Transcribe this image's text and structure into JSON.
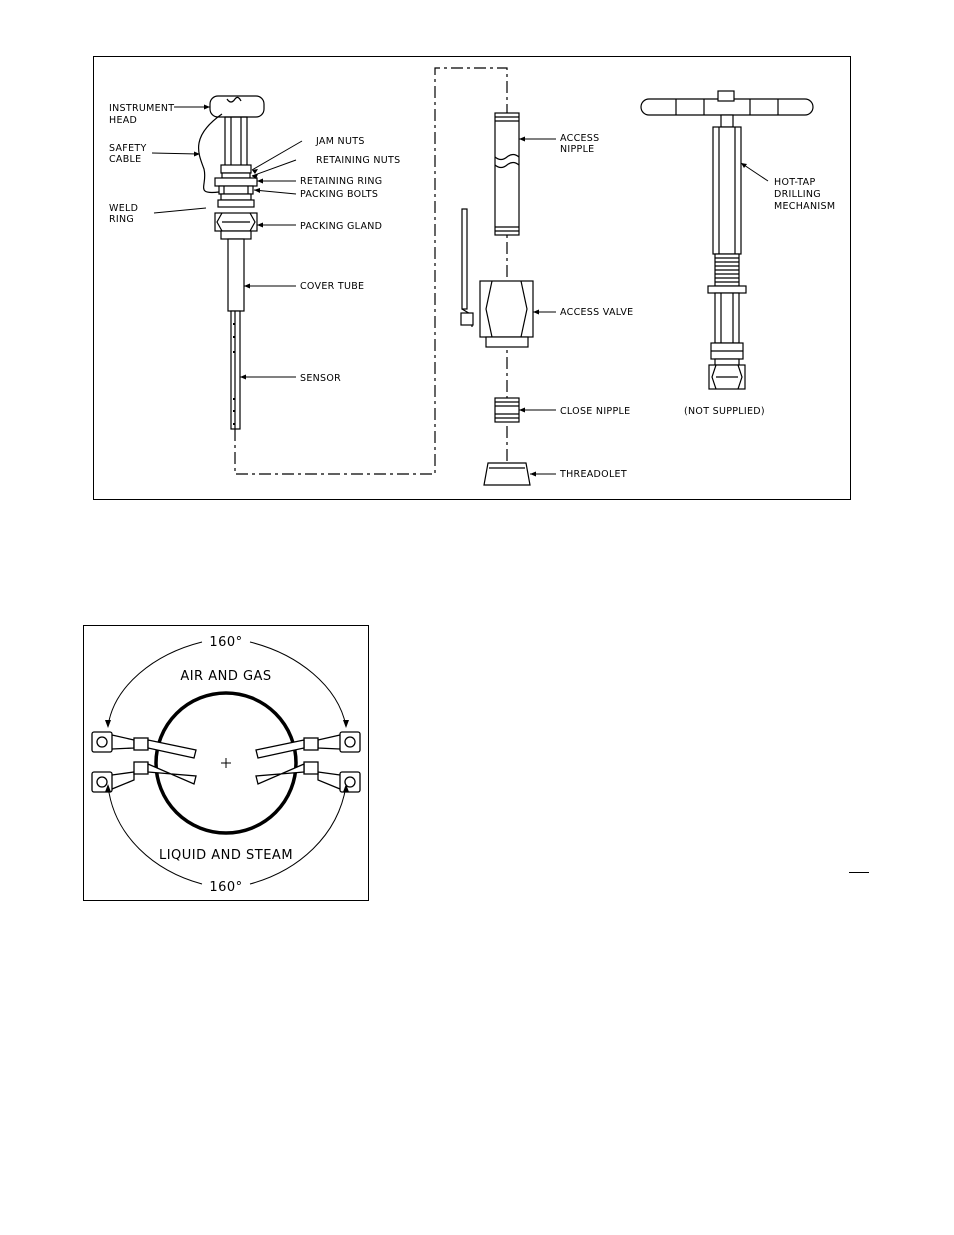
{
  "figure1": {
    "labels": {
      "instrument_head": [
        "INSTRUMENT",
        "HEAD"
      ],
      "safety_cable": [
        "SAFETY",
        "CABLE"
      ],
      "weld_ring": [
        "WELD",
        "RING"
      ],
      "jam_nuts": "JAM NUTS",
      "retaining_nuts": "RETAINING NUTS",
      "retaining_ring": "RETAINING RING",
      "packing_bolts": "PACKING BOLTS",
      "packing_gland": "PACKING GLAND",
      "cover_tube": "COVER TUBE",
      "sensor": "SENSOR",
      "access_nipple": [
        "ACCESS",
        "NIPPLE"
      ],
      "access_valve": "ACCESS VALVE",
      "close_nipple": "CLOSE NIPPLE",
      "threadolet": "THREADOLET",
      "hot_tap": [
        "HOT-TAP",
        "DRILLING",
        "MECHANISM"
      ],
      "not_supplied": "(NOT SUPPLIED)"
    }
  },
  "figure2": {
    "angle_top": "160°",
    "angle_bottom": "160°",
    "zone_top": "AIR AND GAS",
    "zone_bottom": "LIQUID AND STEAM"
  }
}
